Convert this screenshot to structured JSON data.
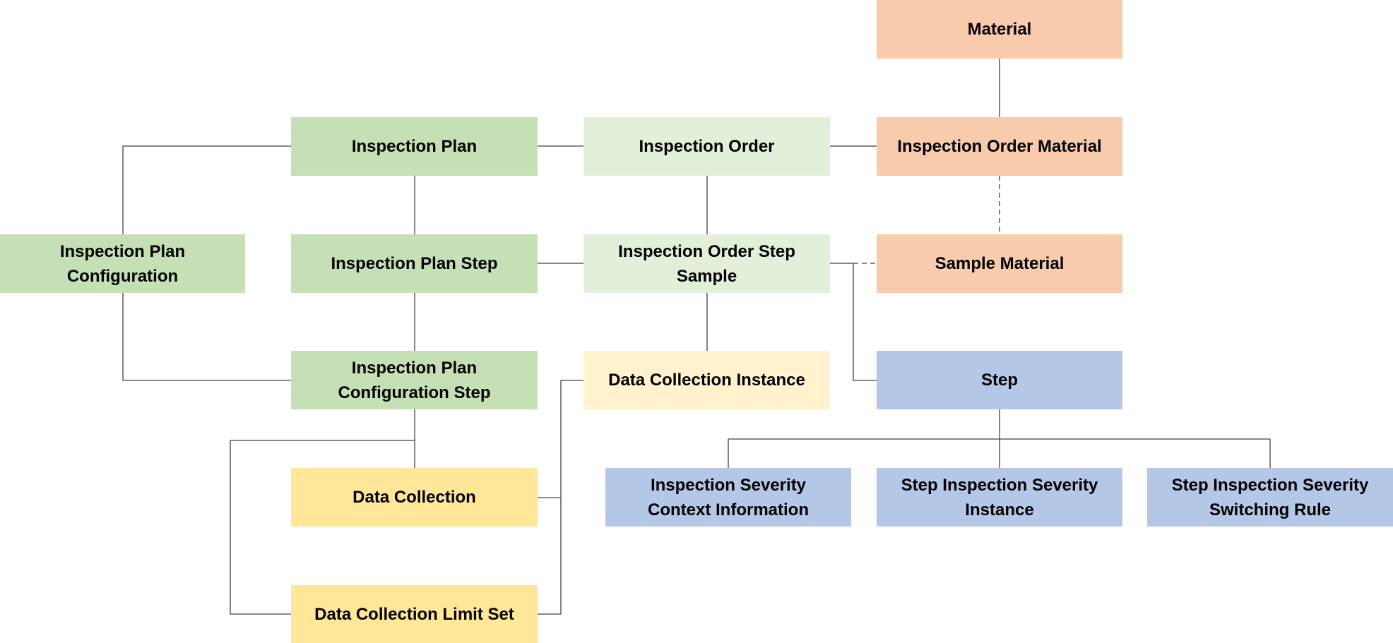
{
  "nodes": {
    "material": "Material",
    "inspection_order_material": "Inspection Order Material",
    "sample_material": "Sample Material",
    "step": "Step",
    "inspection_plan": "Inspection Plan",
    "inspection_order": "Inspection Order",
    "inspection_plan_configuration": [
      "Inspection Plan",
      "Configuration"
    ],
    "inspection_plan_step": "Inspection Plan Step",
    "inspection_order_step_sample": [
      "Inspection Order Step",
      "Sample"
    ],
    "inspection_plan_configuration_step": [
      "Inspection Plan",
      "Configuration Step"
    ],
    "data_collection_instance": "Data Collection Instance",
    "data_collection": "Data Collection",
    "data_collection_limit_set": "Data Collection Limit Set",
    "inspection_severity_context_information": [
      "Inspection Severity",
      "Context Information"
    ],
    "step_inspection_severity_instance": [
      "Step Inspection Severity",
      "Instance"
    ],
    "step_inspection_severity_switching_rule": [
      "Step Inspection Severity",
      "Switching Rule"
    ]
  },
  "colors": {
    "green": "#c5e0b4",
    "light_green": "#e2f0d9",
    "orange": "#f8cbad",
    "blue": "#b4c7e7",
    "yellow": "#ffe699",
    "cream": "#fff2cc",
    "connector": "#404040"
  }
}
